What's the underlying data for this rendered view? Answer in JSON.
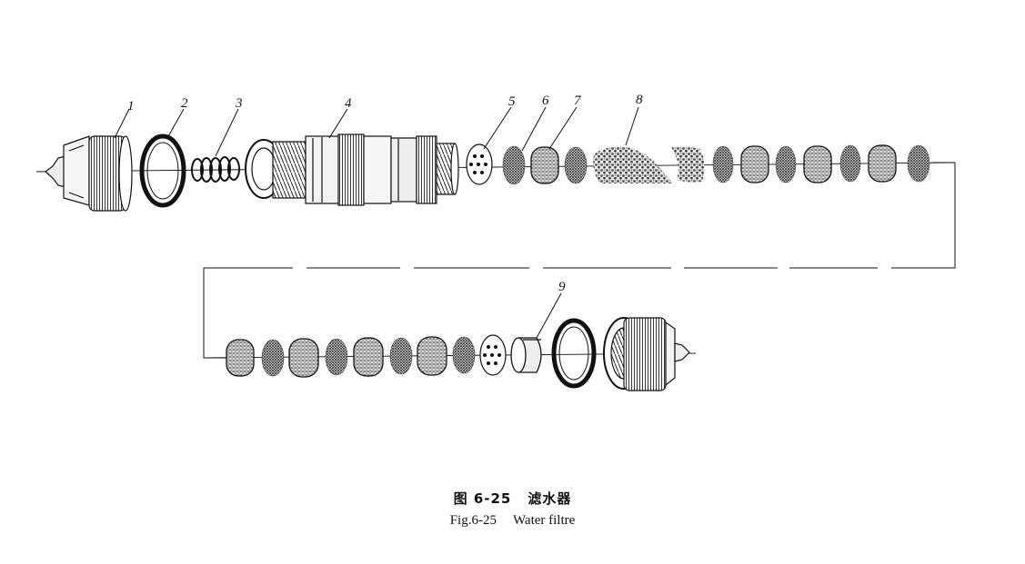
{
  "callouts": {
    "c1": "1",
    "c2": "2",
    "c3": "3",
    "c4": "4",
    "c5": "5",
    "c6": "6",
    "c7": "7",
    "c8": "8",
    "c9": "9"
  },
  "caption": {
    "cn_fig": "图 6-25",
    "cn_title": "滤水器",
    "en_fig": "Fig.6-25",
    "en_title": "Water filtre"
  },
  "colors": {
    "ink": "#111111",
    "stipple": "#555555",
    "mesh": "#444444"
  }
}
